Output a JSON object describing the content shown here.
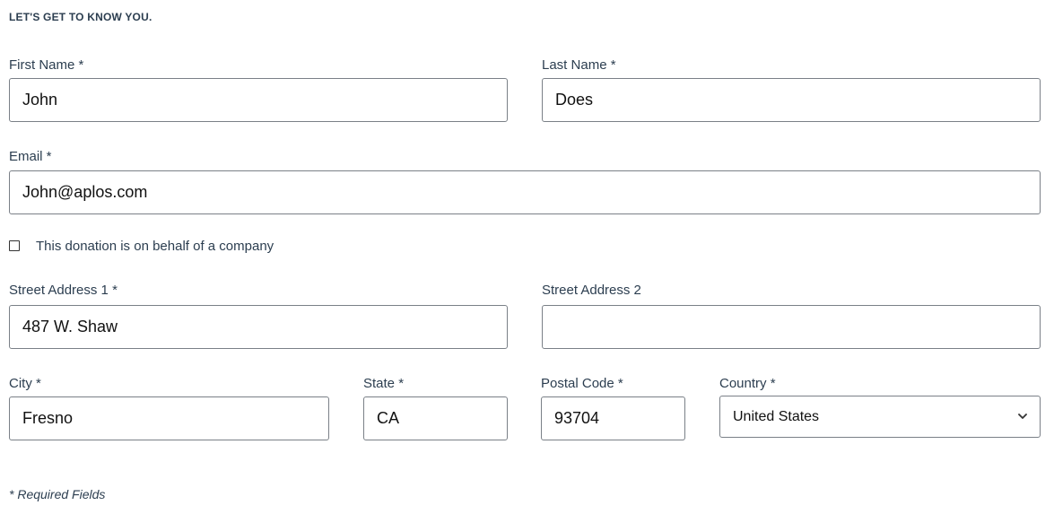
{
  "section": {
    "title": "LET'S GET TO KNOW YOU."
  },
  "fields": {
    "first_name": {
      "label": "First Name *",
      "value": "John"
    },
    "last_name": {
      "label": "Last Name *",
      "value": "Does"
    },
    "email": {
      "label": "Email *",
      "value": "John@aplos.com"
    },
    "street1": {
      "label": "Street Address 1 *",
      "value": "487 W. Shaw"
    },
    "street2": {
      "label": "Street Address 2",
      "value": ""
    },
    "city": {
      "label": "City *",
      "value": "Fresno"
    },
    "state": {
      "label": "State *",
      "value": "CA"
    },
    "postal": {
      "label": "Postal Code *",
      "value": "93704"
    },
    "country": {
      "label": "Country *",
      "value": "United States",
      "icon": "chevron-down-icon"
    }
  },
  "company_checkbox": {
    "label": "This donation is on behalf of a company",
    "checked": false
  },
  "footer": {
    "required_note": "* Required Fields"
  }
}
